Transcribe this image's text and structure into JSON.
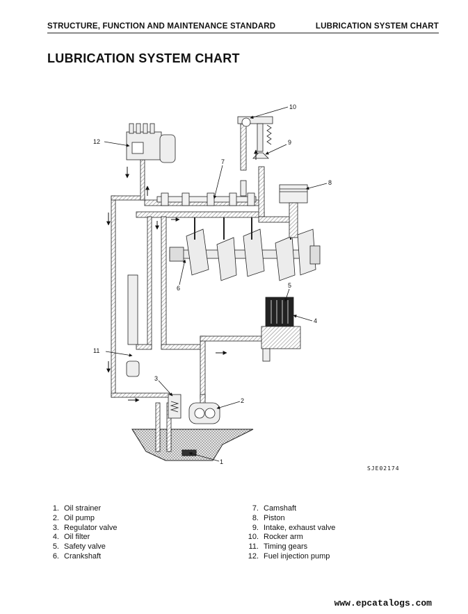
{
  "header": {
    "left": "STRUCTURE, FUNCTION AND MAINTENANCE STANDARD",
    "right": "LUBRICATION SYSTEM CHART"
  },
  "title": "LUBRICATION SYSTEM CHART",
  "callouts": [
    "1",
    "2",
    "3",
    "4",
    "5",
    "6",
    "7",
    "8",
    "9",
    "10",
    "11",
    "12"
  ],
  "figure_code": "SJE02174",
  "legend_left": [
    {
      "num": "1.",
      "label": "Oil strainer"
    },
    {
      "num": "2.",
      "label": "Oil pump"
    },
    {
      "num": "3.",
      "label": "Regulator valve"
    },
    {
      "num": "4.",
      "label": "Oil filter"
    },
    {
      "num": "5.",
      "label": "Safety valve"
    },
    {
      "num": "6.",
      "label": "Crankshaft"
    }
  ],
  "legend_right": [
    {
      "num": "7.",
      "label": "Camshaft"
    },
    {
      "num": "8.",
      "label": "Piston"
    },
    {
      "num": "9.",
      "label": "Intake, exhaust valve"
    },
    {
      "num": "10.",
      "label": "Rocker arm"
    },
    {
      "num": "11.",
      "label": "Timing gears"
    },
    {
      "num": "12.",
      "label": "Fuel injection pump"
    }
  ],
  "footer": "www.epcatalogs.com"
}
